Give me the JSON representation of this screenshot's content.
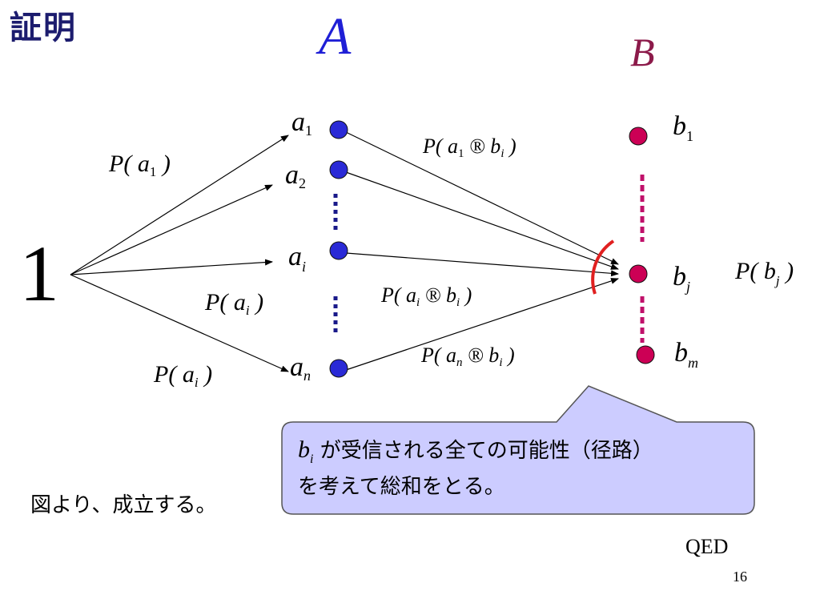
{
  "slide": {
    "title": "証明",
    "set_a": "A",
    "set_b": "B",
    "source": "1",
    "conclusion": "図より、成立する。",
    "qed": "QED",
    "page_number": "16"
  },
  "nodes_a": [
    {
      "letter": "a",
      "sub": "1"
    },
    {
      "letter": "a",
      "sub": "2"
    },
    {
      "letter": "a",
      "sub": "i"
    },
    {
      "letter": "a",
      "sub": "n"
    }
  ],
  "nodes_b": [
    {
      "letter": "b",
      "sub": "1"
    },
    {
      "letter": "b",
      "sub": "j"
    },
    {
      "letter": "b",
      "sub": "m"
    }
  ],
  "edge_labels": {
    "p_a1": {
      "head": "P( a",
      "sub": "1",
      "tail": " )"
    },
    "p_ai_mid": {
      "head": "P( a",
      "sub": "i",
      "tail": " )"
    },
    "p_ai_low": {
      "head": "P( a",
      "sub": "i",
      "tail": " )"
    },
    "p_a1_bi": {
      "head": "P( a",
      "sub1": "1",
      "mid": " ® b",
      "sub2": "i",
      "tail": " )"
    },
    "p_ai_bi": {
      "head": "P( a",
      "sub1": "i",
      "mid": " ® b",
      "sub2": "i",
      "tail": " )"
    },
    "p_an_bi": {
      "head": "P( a",
      "sub1": "n",
      "mid": " ® b",
      "sub2": "i",
      "tail": " )"
    },
    "p_bj": {
      "head": "P( b",
      "sub": "j",
      "tail": " )"
    }
  },
  "callout": {
    "var_letter": "b",
    "var_sub": "i",
    "line1": " が受信される全ての可能性（径路）",
    "line2": "を考えて総和をとる。"
  },
  "colors": {
    "a_node": "#2a2ad6",
    "b_node": "#cc0055",
    "a_dots": "#1a1a8a",
    "b_dots": "#c0106a",
    "arc": "#e02020",
    "callout_fill": "#ccccff",
    "title": "#1c1c6e"
  }
}
